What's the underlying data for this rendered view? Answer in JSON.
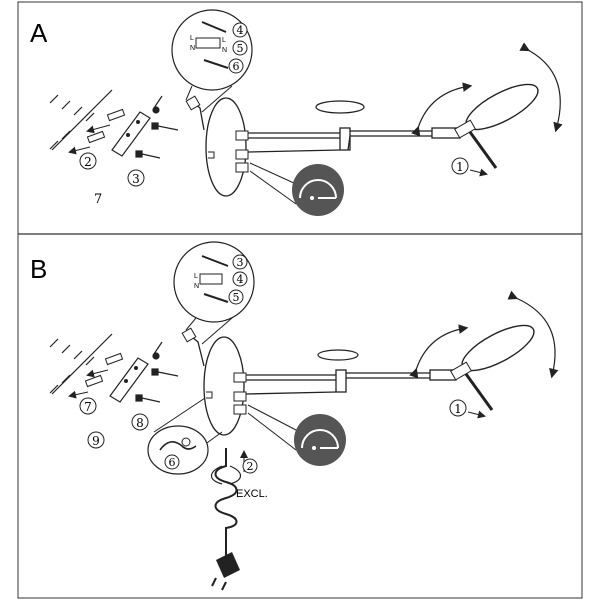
{
  "panels": [
    {
      "id": "A",
      "label": "A",
      "callout_steps": [
        "4",
        "5",
        "6"
      ],
      "wiring_letters": [
        "L",
        "N",
        "L",
        "N"
      ],
      "mount_steps": [
        "2",
        "3"
      ],
      "screw_step": "7",
      "rotate_step": "1"
    },
    {
      "id": "B",
      "label": "B",
      "callout_steps": [
        "3",
        "4",
        "5"
      ],
      "wiring_letters": [
        "L",
        "N"
      ],
      "mount_steps": [
        "7",
        "8"
      ],
      "screw_step": "9",
      "rotate_step": "1",
      "cable_step": "6",
      "plug_step": "2",
      "excl_text": "EXCL."
    }
  ],
  "colors": {
    "line": "#222222",
    "dimmer_badge": "#555555",
    "frame": "#333333"
  },
  "icons": [
    "dimmer-touch-icon",
    "rotate-arrow-icon",
    "wall-bracket-icon",
    "plug-icon"
  ]
}
